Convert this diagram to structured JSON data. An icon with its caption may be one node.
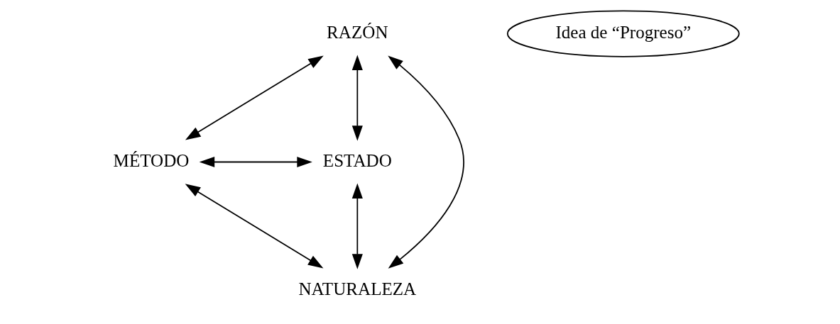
{
  "diagram": {
    "nodes": [
      {
        "text": [
          "RAZÓN"
        ]
      },
      {
        "text": [
          "MÉTODO"
        ]
      },
      {
        "text": [
          "ESTADO"
        ]
      },
      {
        "text": [
          "NATURALEZA"
        ]
      },
      {
        "text": [
          "Idea de “Progreso”"
        ]
      }
    ],
    "edges": [
      {
        "from": 0,
        "to": 1,
        "arrow": "both"
      },
      {
        "from": 0,
        "to": 3,
        "arrow": "both"
      },
      {
        "from": 0,
        "to": 2,
        "arrow": "both"
      },
      {
        "from": 1,
        "to": 2,
        "arrow": "both"
      },
      {
        "from": 1,
        "to": 3,
        "arrow": "both"
      },
      {
        "from": 2,
        "to": 3,
        "arrow": "both"
      }
    ]
  }
}
